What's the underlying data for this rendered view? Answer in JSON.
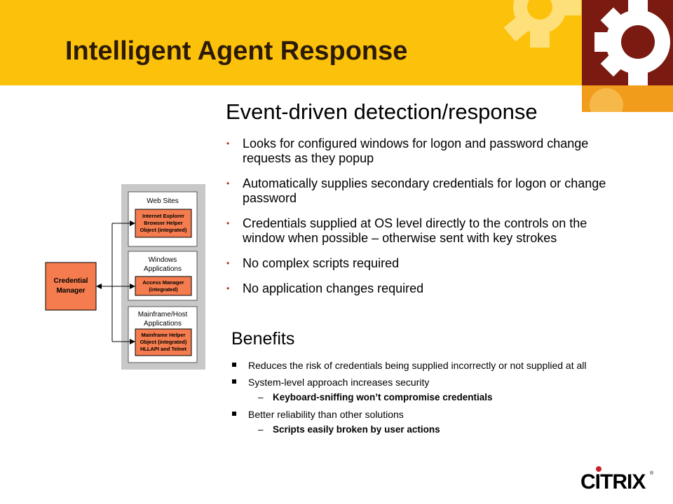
{
  "slide": {
    "title": "Intelligent Agent Response",
    "heading_event": "Event-driven detection/response",
    "bullets": [
      "Looks for configured windows for logon and password change requests as they popup",
      "Automatically supplies secondary credentials for logon or change password",
      "Credentials supplied at OS level directly to the controls on the window when possible – otherwise sent with key strokes",
      "No complex scripts required",
      "No application changes required"
    ],
    "heading_benefits": "Benefits",
    "benefits": {
      "b1": "Reduces the risk of credentials being supplied incorrectly or not supplied at all",
      "b2": "System-level approach increases security",
      "b2_sub": "Keyboard-sniffing won’t compromise credentials",
      "b3": "Better reliability than other solutions",
      "b3_sub": "Scripts easily broken by user actions"
    }
  },
  "diagram": {
    "credential_manager": [
      "Credential",
      "Manager"
    ],
    "web_sites": {
      "label": "Web Sites",
      "component": [
        "Internet Explorer",
        "Browser Helper",
        "Object (integrated)"
      ]
    },
    "windows_apps": {
      "label": [
        "Windows",
        "Applications"
      ],
      "component": [
        "Access Manager",
        "(integrated)"
      ]
    },
    "mainframe_apps": {
      "label": [
        "Mainframe/Host",
        "Applications"
      ],
      "component": [
        "Mainframe Helper",
        "Object (integrated)",
        "HLLAPI and Telnet"
      ]
    }
  },
  "brand": {
    "logo_text": "CITRIX",
    "colors": {
      "banner": "#fcc10a",
      "orange_box": "#f47c4e",
      "panel_gray": "#c8c8c8",
      "bullet_red": "#b22b15",
      "gear_dark": "#7a1a10"
    }
  }
}
